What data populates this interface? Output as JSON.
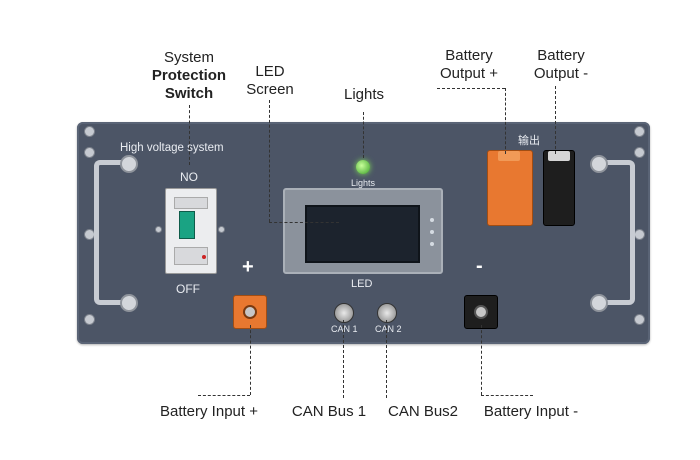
{
  "callouts": {
    "system_protection_switch": [
      "System",
      "Protection",
      "Switch"
    ],
    "led_screen": [
      "LED",
      "Screen"
    ],
    "lights": "Lights",
    "battery_output_plus": [
      "Battery",
      "Output +"
    ],
    "battery_output_minus": [
      "Battery",
      "Output -"
    ],
    "battery_input_plus": "Battery Input +",
    "can_bus_1": "CAN Bus 1",
    "can_bus_2": "CAN Bus2",
    "battery_input_minus": "Battery Input -"
  },
  "panel": {
    "title": "High voltage system",
    "switch_on": "NO",
    "switch_off": "OFF",
    "lights_label": "Lights",
    "led_label": "LED",
    "output_label": "输出",
    "can1": "CAN 1",
    "can2": "CAN 2",
    "plus": "+",
    "minus": "-"
  },
  "colors": {
    "panel": "#4c5566",
    "positive_connector": "#e87830",
    "negative_connector": "#1e1e1e",
    "indicator_light": "#5ccf3a"
  }
}
